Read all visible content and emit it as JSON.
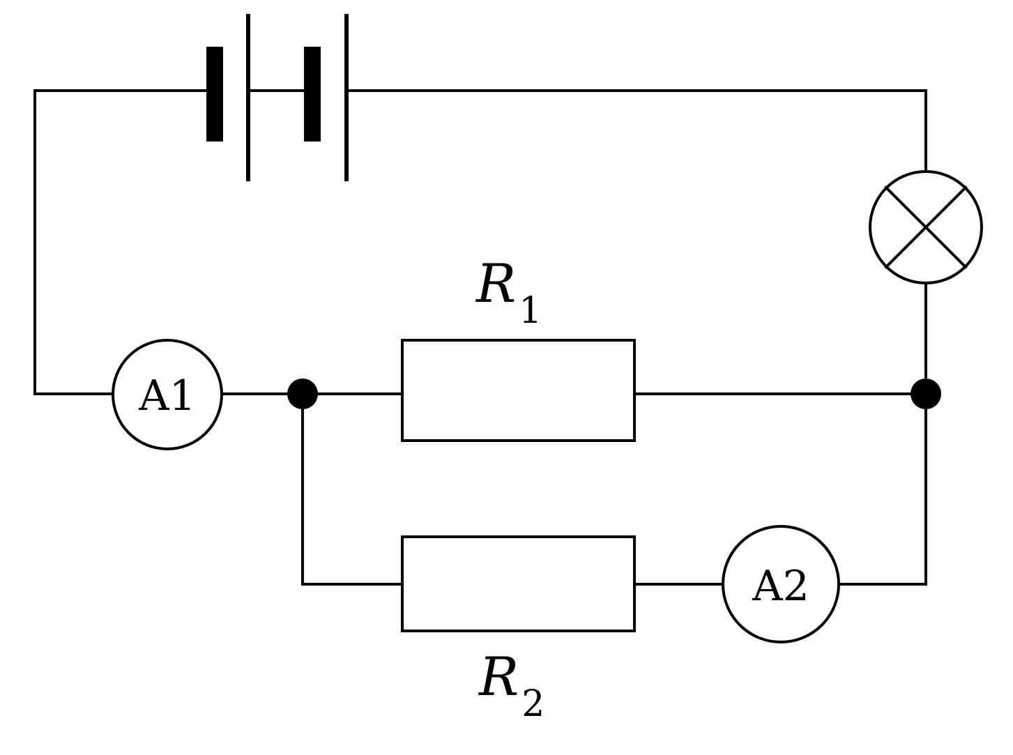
{
  "labels": {
    "resistor1": {
      "main": "R",
      "sub": "1"
    },
    "resistor2": {
      "main": "R",
      "sub": "2"
    },
    "ammeter1": "A1",
    "ammeter2": "A2"
  }
}
